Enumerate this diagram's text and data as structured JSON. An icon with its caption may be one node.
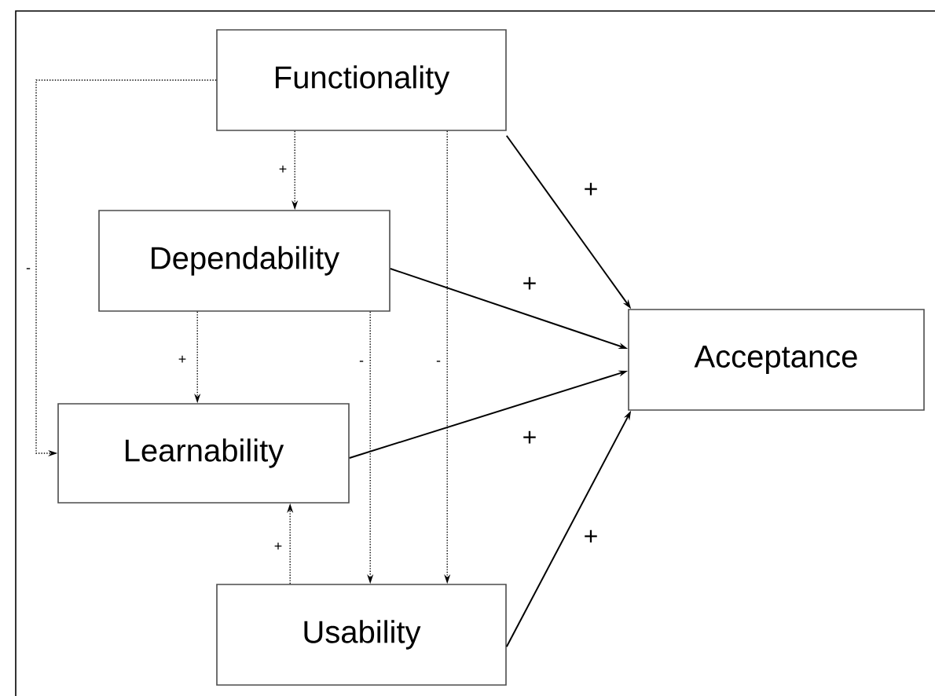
{
  "diagram": {
    "nodes": [
      {
        "text": [
          "Functionality"
        ]
      },
      {
        "text": [
          "Dependability"
        ]
      },
      {
        "text": [
          "Learnability"
        ]
      },
      {
        "text": [
          "Usability"
        ]
      },
      {
        "text": [
          "Acceptance"
        ]
      }
    ],
    "edges": [
      {
        "from": 0,
        "to": 1,
        "arrow": "to",
        "style": "dashed",
        "label": "+"
      },
      {
        "from": 0,
        "to": 2,
        "arrow": "to",
        "style": "dashed",
        "label": "-"
      },
      {
        "from": 1,
        "to": 2,
        "arrow": "to",
        "style": "dashed",
        "label": "+"
      },
      {
        "from": 3,
        "to": 2,
        "arrow": "to",
        "style": "dashed",
        "label": "+"
      },
      {
        "from": 1,
        "to": 3,
        "arrow": "to",
        "style": "dashed",
        "label": "-"
      },
      {
        "from": 0,
        "to": 3,
        "arrow": "to",
        "style": "dashed",
        "label": "-"
      },
      {
        "from": 0,
        "to": 4,
        "arrow": "to",
        "label": "+"
      },
      {
        "from": 1,
        "to": 4,
        "arrow": "to",
        "label": "+"
      },
      {
        "from": 2,
        "to": 4,
        "arrow": "to",
        "label": "+"
      },
      {
        "from": 3,
        "to": 4,
        "arrow": "to",
        "label": "+"
      }
    ]
  }
}
